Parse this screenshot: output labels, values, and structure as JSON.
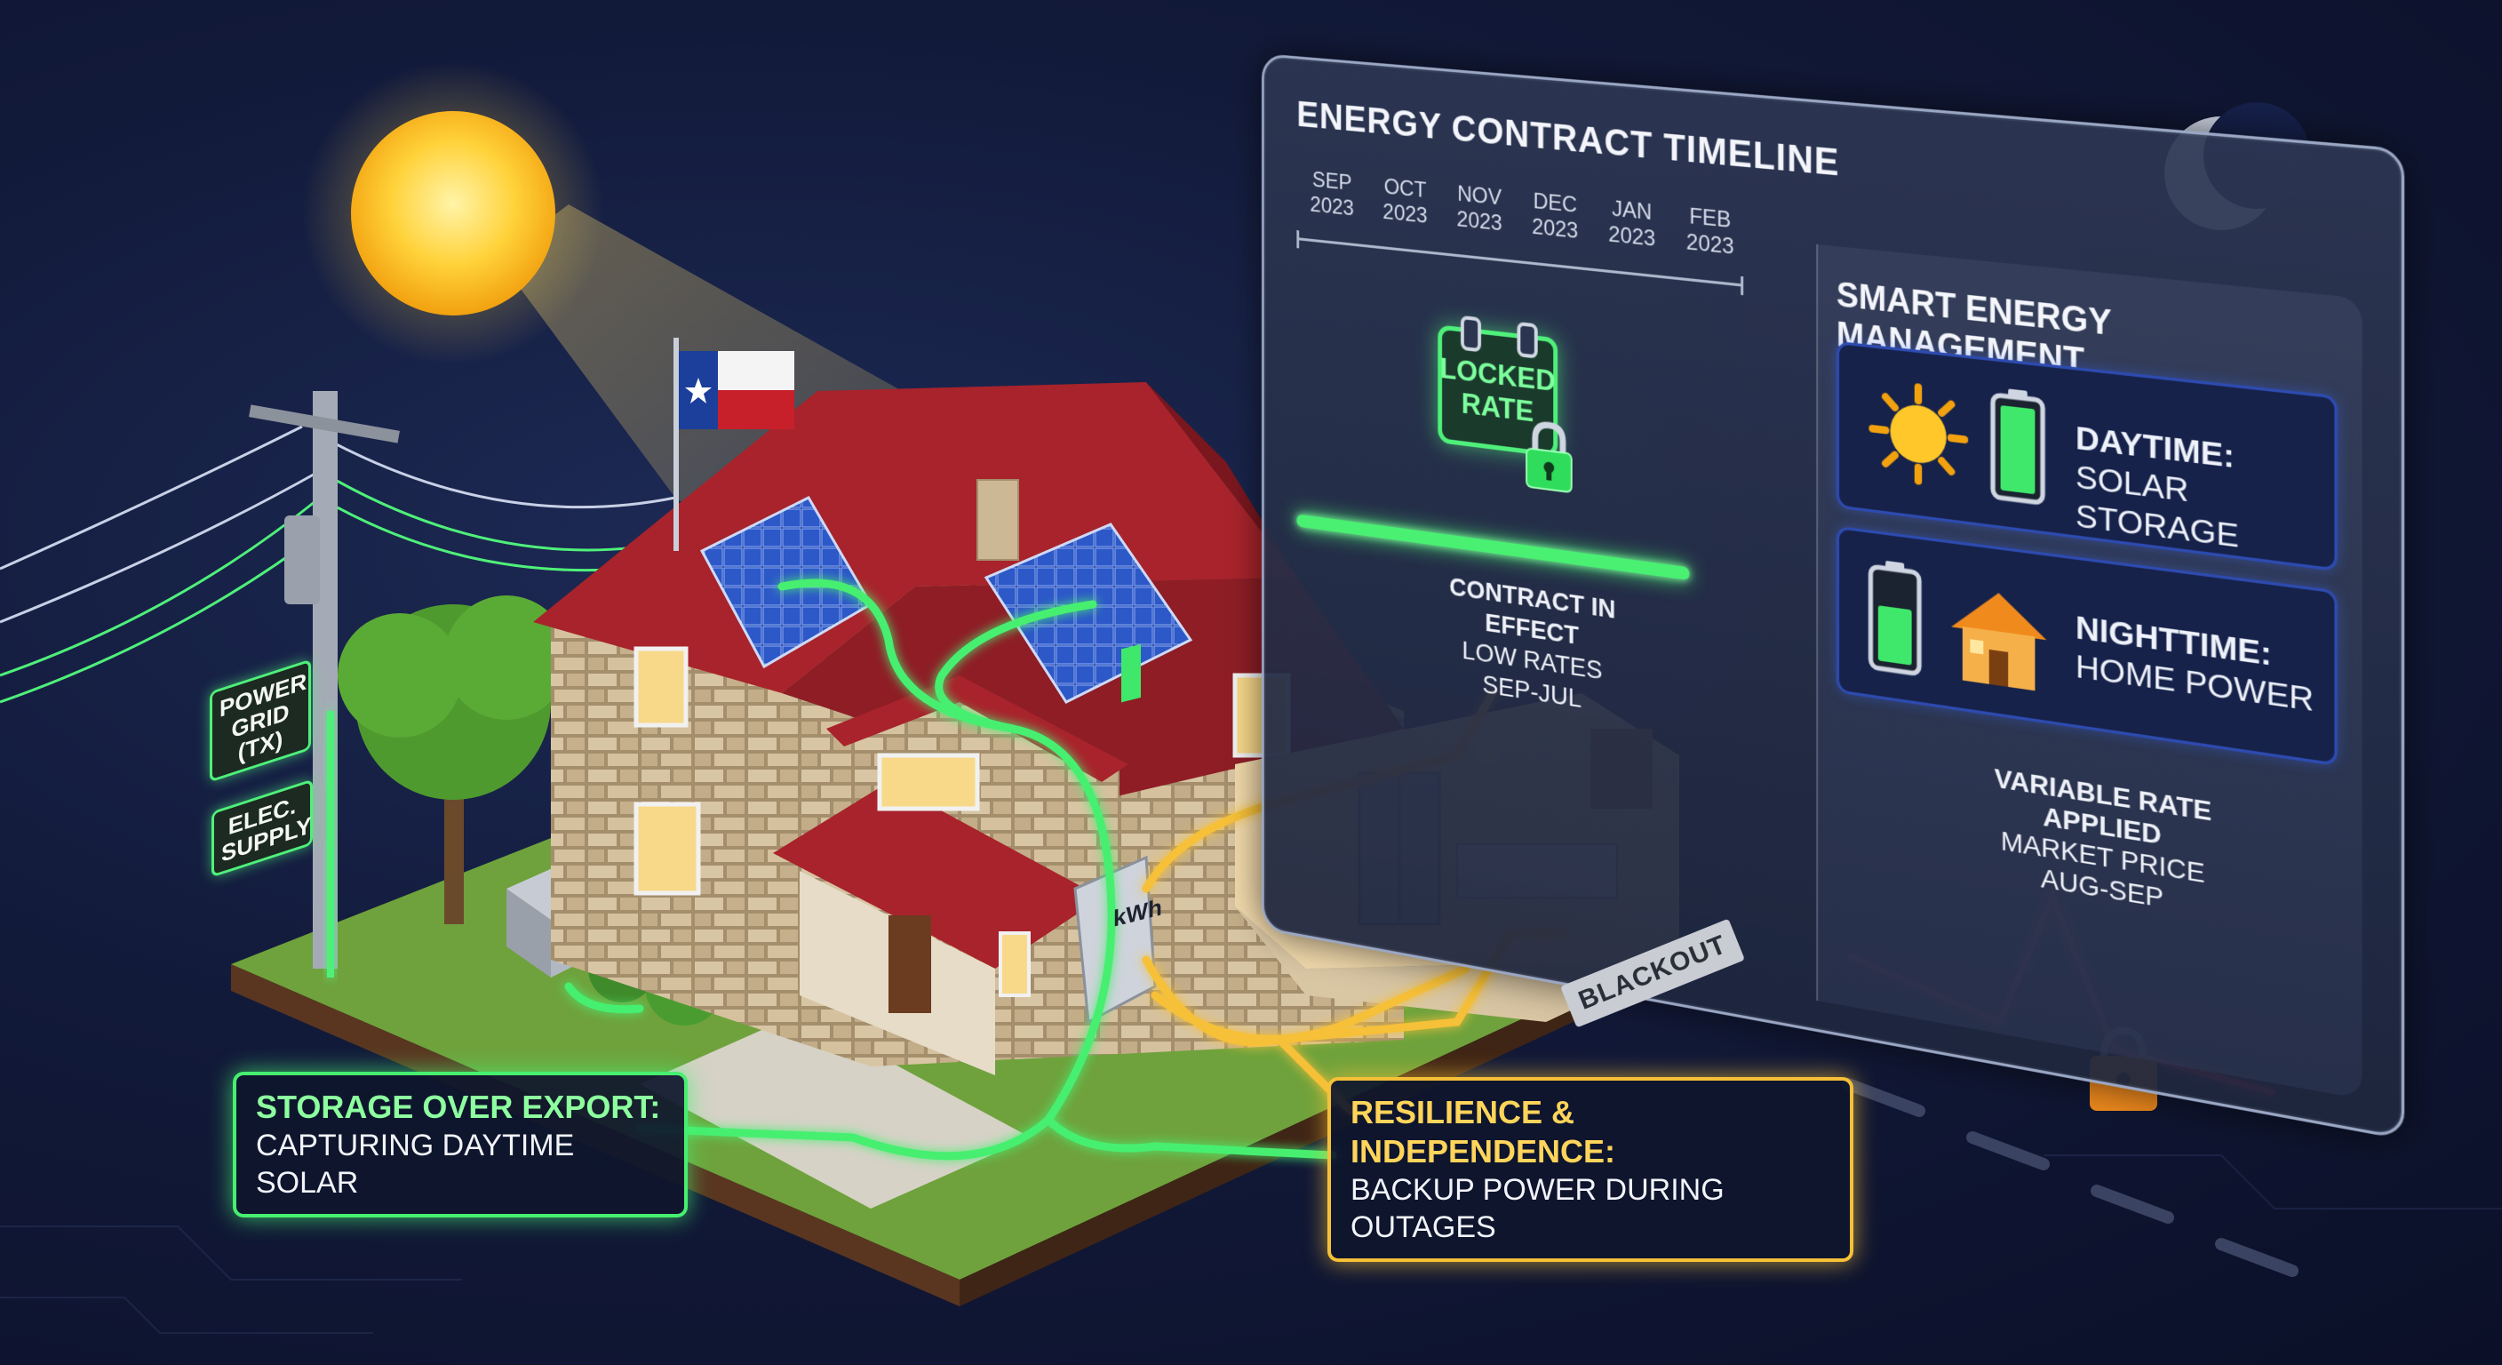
{
  "timeline": {
    "title": "ENERGY CONTRACT TIMELINE",
    "months": [
      {
        "m": "SEP",
        "y": "2023"
      },
      {
        "m": "OCT",
        "y": "2023"
      },
      {
        "m": "NOV",
        "y": "2023"
      },
      {
        "m": "DEC",
        "y": "2023"
      },
      {
        "m": "JAN",
        "y": "2023"
      },
      {
        "m": "FEB",
        "y": "2023"
      }
    ],
    "locked_line1": "LOCKED",
    "locked_line2": "RATE",
    "contract_title": "CONTRACT IN EFFECT",
    "contract_line2": "LOW RATES",
    "contract_line3": "SEP-JUL"
  },
  "smart": {
    "title": "SMART ENERGY MANAGEMENT",
    "day_title": "DAYTIME:",
    "day_text": "SOLAR STORAGE",
    "night_title": "NIGHTTIME:",
    "night_text": "HOME POWER",
    "variable_title": "VARIABLE RATE APPLIED",
    "variable_line2": "MARKET PRICE",
    "variable_line3": "AUG-SEP"
  },
  "callouts": {
    "storage_title": "STORAGE OVER EXPORT:",
    "storage_text": "CAPTURING DAYTIME SOLAR",
    "resilience_title": "RESILIENCE & INDEPENDENCE:",
    "resilience_text": "BACKUP POWER DURING OUTAGES"
  },
  "pole": {
    "grid_l1": "POWER",
    "grid_l2": "GRID",
    "grid_l3": "(TX)",
    "supply_l1": "ELEC.",
    "supply_l2": "SUPPLY"
  },
  "meter_label": "kWh",
  "blackout_label": "BLACKOUT",
  "colors": {
    "solar_green": "#47ef70",
    "backup_gold": "#f6c037",
    "price_red": "#ff2d55",
    "roof_red": "#a8232b"
  }
}
